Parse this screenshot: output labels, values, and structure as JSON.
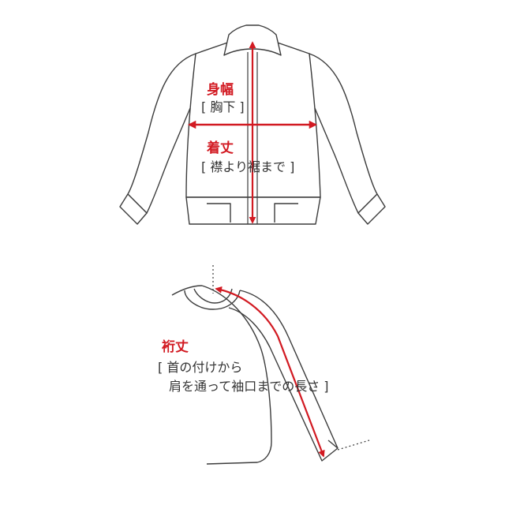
{
  "colors": {
    "line": "#3c3c3c",
    "accent": "#d21a22",
    "text": "#333333"
  },
  "labels": {
    "chest_title": "身幅",
    "chest_note": "[ 胸下 ]",
    "length_title": "着丈",
    "length_note": "[ 襟より裾まで ]",
    "sleeve_title": "裄丈",
    "sleeve_note_1": "[ 首の付けから",
    "sleeve_note_2": "肩を通って袖口までの長さ ]"
  }
}
